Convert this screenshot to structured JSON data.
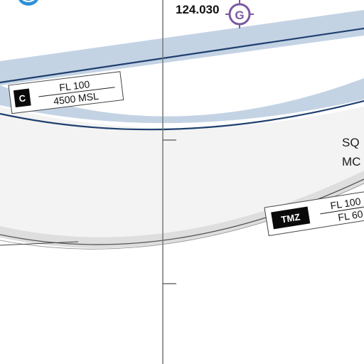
{
  "map": {
    "frequency": {
      "value": "124.030",
      "icon": "gps-waypoint-icon",
      "icon_label": "G"
    },
    "airspace_c": {
      "class_letter": "C",
      "upper_limit": "FL 100",
      "lower_limit": "4500 MSL"
    },
    "tmz": {
      "badge": "TMZ",
      "upper_limit": "FL 100",
      "lower_limit": "FL 60"
    },
    "edge_text": {
      "line1": "SQ",
      "line2": "MC"
    }
  },
  "colors": {
    "class_c_band": "#c4d3e4",
    "class_c_boundary": "#1e3f6e",
    "tmz_band": "#dedede",
    "tmz_fill": "#f3f3f3",
    "waypoint": "#7a5aa0",
    "badge": "#0a0a0a",
    "corner_icon": "#2f8fd8"
  }
}
